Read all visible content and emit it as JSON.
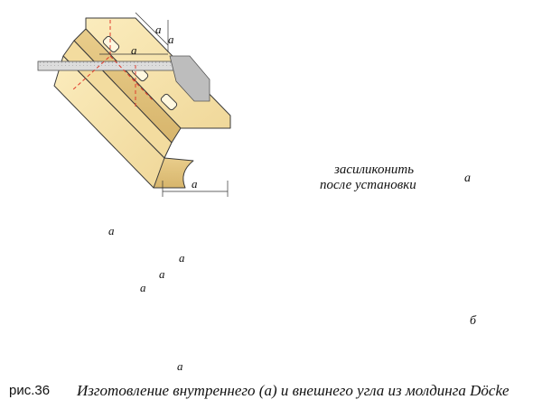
{
  "caption": {
    "label": "рис.36",
    "title": "Изготовление внутреннего (а) и внешнего угла из молдинга Döcke"
  },
  "annotation": {
    "line1": "засиликонить",
    "line2": "после установки"
  },
  "variants": {
    "inner": "а",
    "outer": "б"
  },
  "dimension_label": "a",
  "colors": {
    "molding": "#f7e3a6",
    "molding_dark": "#e3c47e",
    "outline": "#3a3a3a",
    "arrow": "#f26a3d",
    "cut_line": "#e03b2b",
    "offcut_fill": "#fbe7c6",
    "ruler": "#cfcfcf"
  },
  "icons": [
    "scissors-icon",
    "ruler-icon",
    "step-arrow-icon"
  ]
}
